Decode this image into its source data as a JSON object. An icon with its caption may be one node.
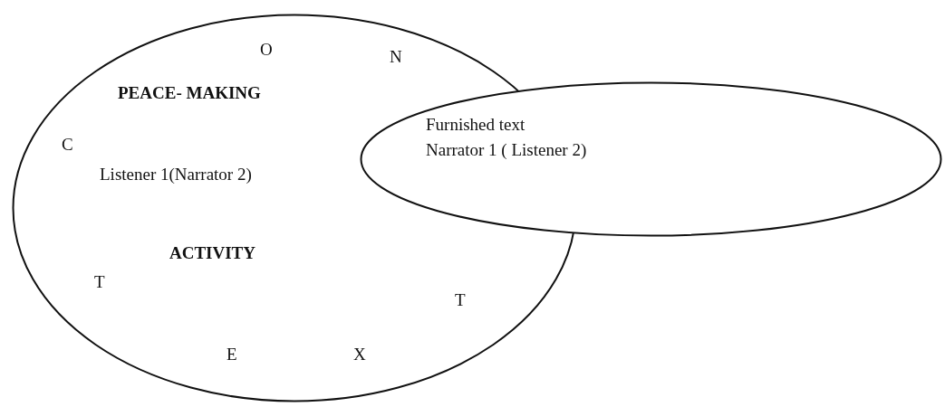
{
  "diagram": {
    "nodes": [
      {
        "text": [
          "O",
          "N",
          "PEACE- MAKING",
          "C",
          "Listener 1(Narrator 2)",
          "ACTIVITY",
          "T",
          "T",
          "E",
          "X"
        ]
      },
      {
        "text": [
          "Furnished text",
          "Narrator 1 ( Listener 2)"
        ]
      }
    ]
  }
}
